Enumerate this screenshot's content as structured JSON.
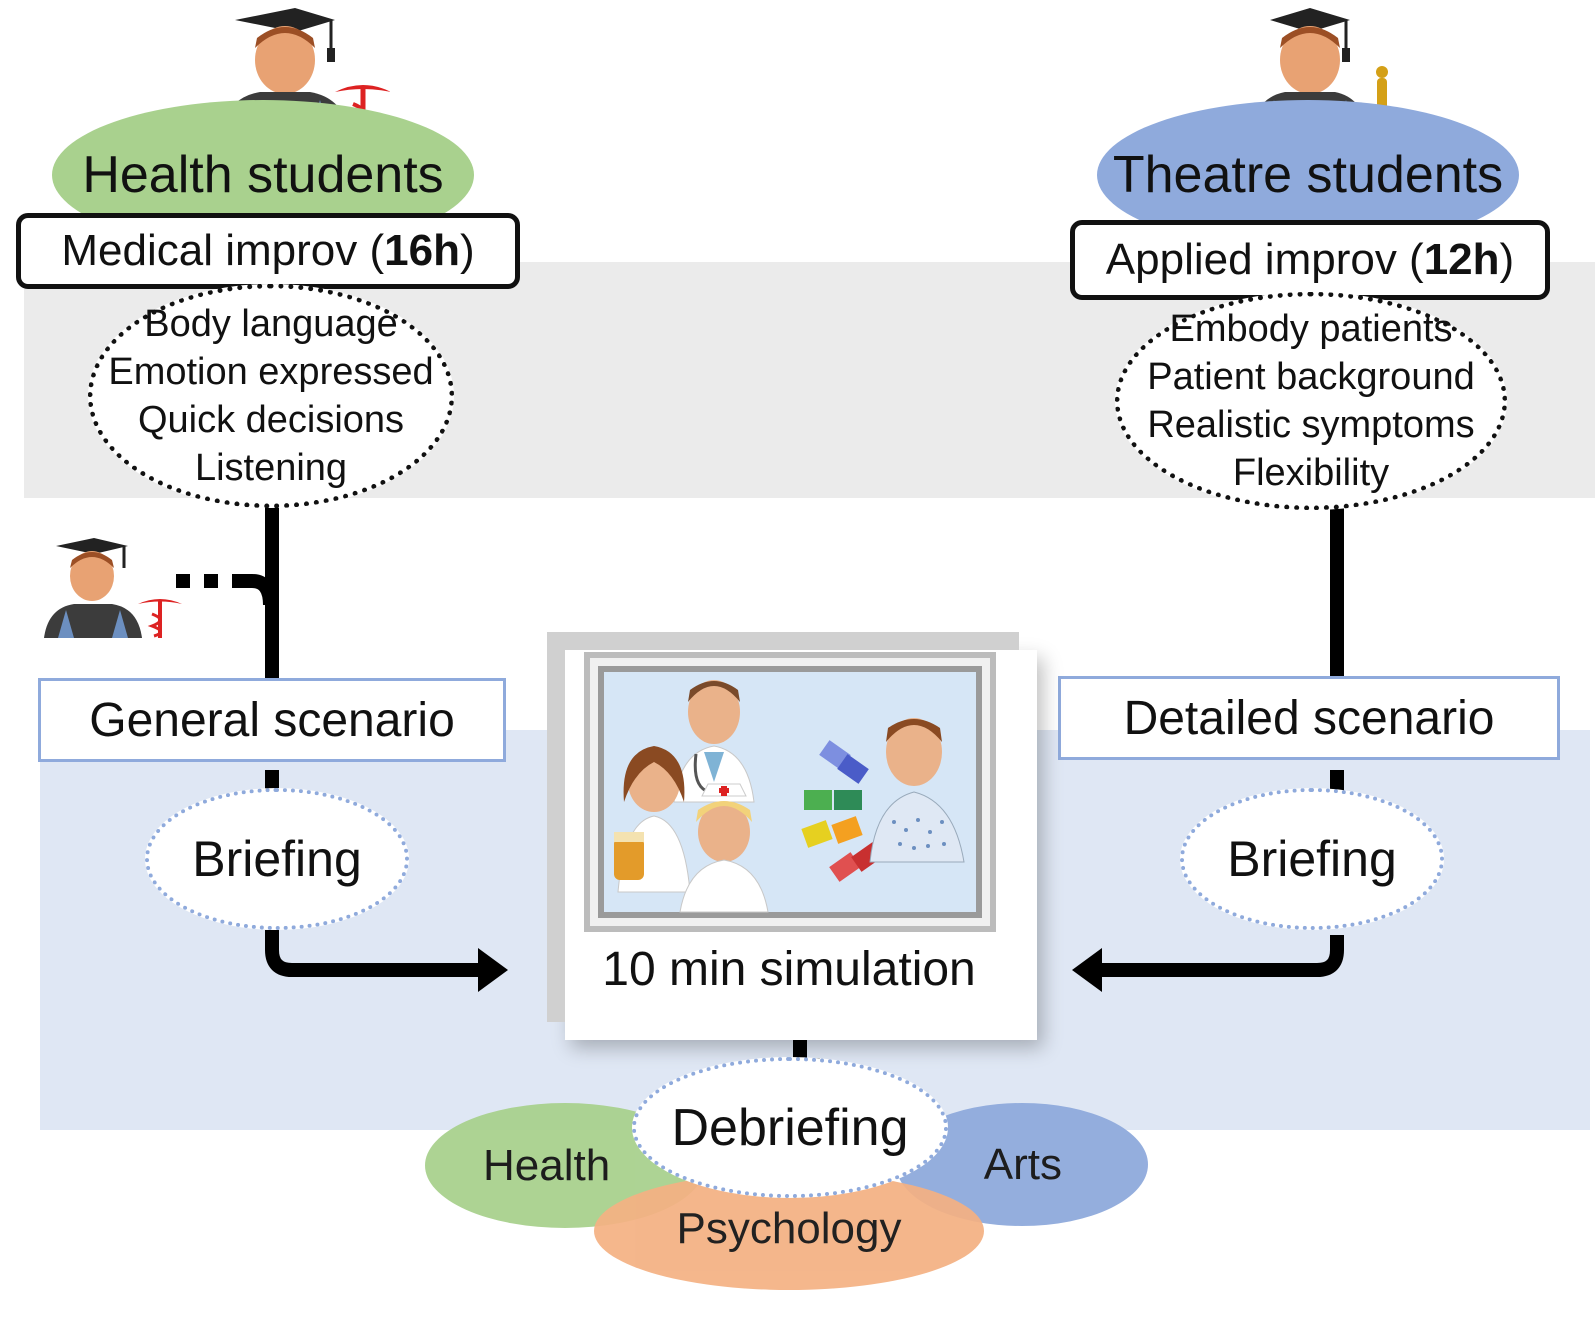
{
  "left": {
    "title": "Health students",
    "improv_label": "Medical improv (",
    "improv_hours": "16h",
    "improv_close": ")",
    "skills": [
      "Body language",
      "Emotion expressed",
      "Quick decisions",
      "Listening"
    ],
    "scenario": "General scenario",
    "briefing": "Briefing",
    "color": "#a9d18e"
  },
  "right": {
    "title": "Theatre students",
    "improv_label": "Applied improv (",
    "improv_hours": "12h",
    "improv_close": ")",
    "skills": [
      "Embody patients",
      "Patient background",
      "Realistic symptoms",
      "Flexibility"
    ],
    "scenario": "Detailed scenario",
    "briefing": "Briefing",
    "color": "#8faadc"
  },
  "simulation": {
    "label": "10 min simulation"
  },
  "debrief": {
    "label": "Debriefing",
    "health": "Health",
    "arts": "Arts",
    "psychology": "Psychology",
    "health_color": "#a9d18e",
    "arts_color": "#8faadc",
    "psych_color": "#f4b183"
  }
}
